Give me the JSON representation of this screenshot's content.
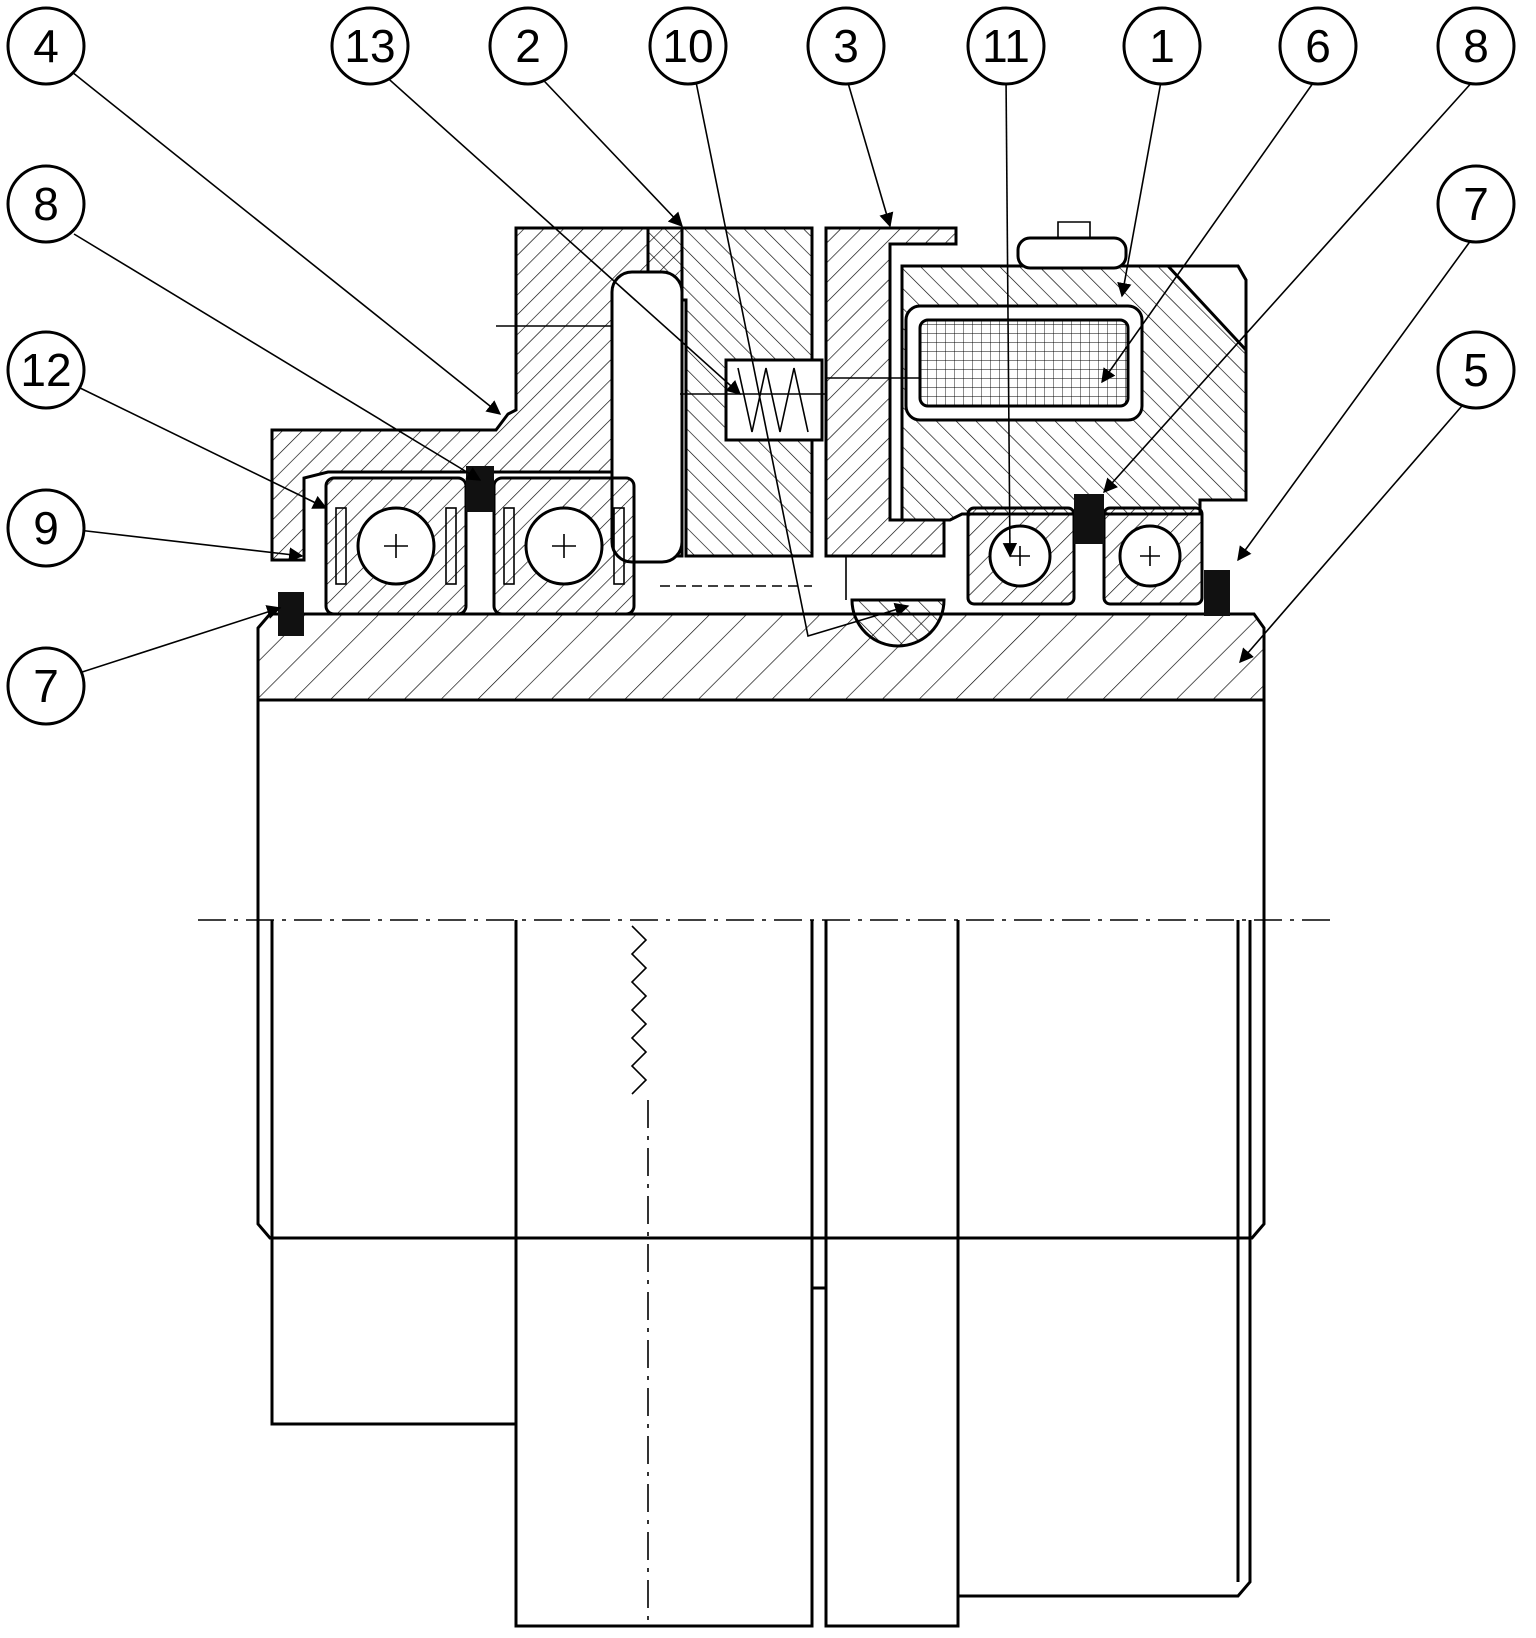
{
  "colors": {
    "line": "#000000",
    "background": "#ffffff",
    "seal": "#111111"
  },
  "callouts": [
    {
      "id": "c-4-top",
      "label": "4"
    },
    {
      "id": "c-13-top",
      "label": "13"
    },
    {
      "id": "c-2-top",
      "label": "2"
    },
    {
      "id": "c-10-top",
      "label": "10"
    },
    {
      "id": "c-3-top",
      "label": "3"
    },
    {
      "id": "c-11-top",
      "label": "11"
    },
    {
      "id": "c-1-top",
      "label": "1"
    },
    {
      "id": "c-6-top",
      "label": "6"
    },
    {
      "id": "c-8-right",
      "label": "8"
    },
    {
      "id": "c-8-left",
      "label": "8"
    },
    {
      "id": "c-7-right",
      "label": "7"
    },
    {
      "id": "c-12-left",
      "label": "12"
    },
    {
      "id": "c-5-right",
      "label": "5"
    },
    {
      "id": "c-9-left",
      "label": "9"
    },
    {
      "id": "c-7-left",
      "label": "7"
    }
  ]
}
